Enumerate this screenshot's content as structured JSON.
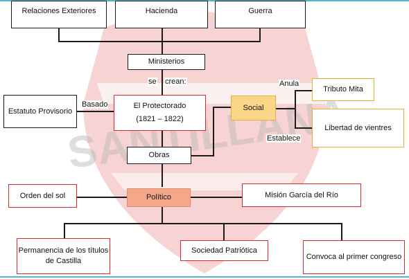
{
  "nodes": {
    "relaciones_exteriores": "Relaciones Exteriores",
    "hacienda": "Hacienda",
    "guerra": "Guerra",
    "ministerios": "Ministerios",
    "estatuto_provisorio": "Estatuto Provisorio",
    "protectorado_title": "El Protectorado",
    "protectorado_dates": "(1821 – 1822)",
    "social": "Social",
    "tributo_mita": "Tributo Mita",
    "libertad_de_vientres": "Libertad de vientres",
    "obras": "Obras",
    "orden_del_sol": "Orden del sol",
    "politico": "Político",
    "mision_garcia_del_rio": "Misión García del Río",
    "permanencia_titulos": "Permanencia de los títulos de Castilla",
    "sociedad_patriotica": "Sociedad Patriótica",
    "convoca_primer_congreso": "Convoca al primer congreso"
  },
  "labels": {
    "se": "se",
    "crean": "crean:",
    "basado": "Basado",
    "anula": "Anula",
    "establece": "Establece"
  },
  "colors": {
    "red_border": "#d8262b",
    "gold_border": "#e8b030",
    "social_fill": "#fbd68a",
    "politico_fill": "#f5a78a",
    "frame_line": "#4fb8c8"
  }
}
